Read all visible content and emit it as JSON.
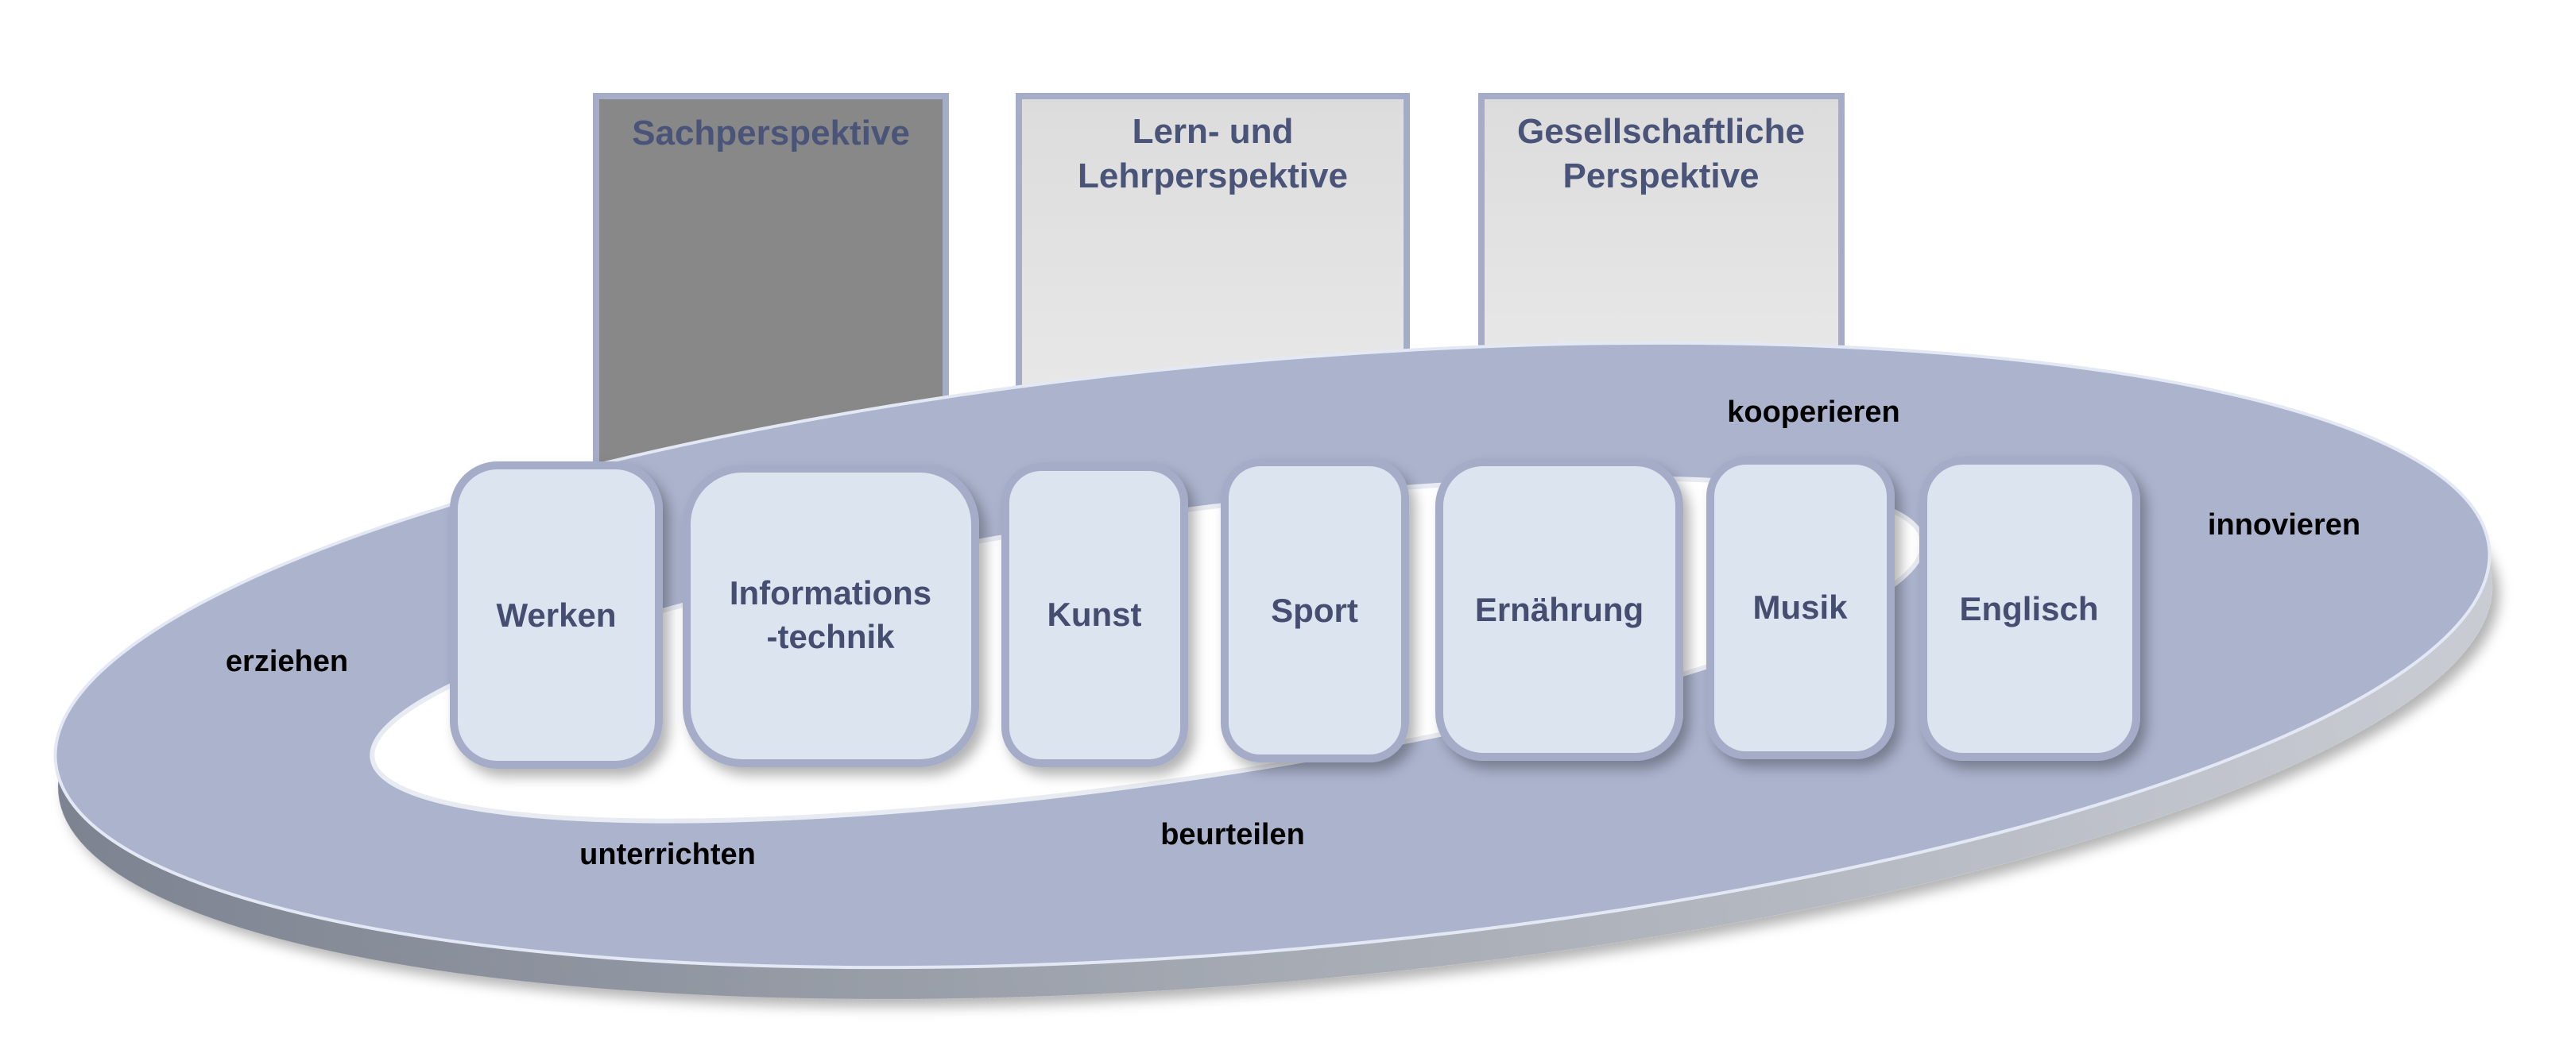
{
  "perspectives": [
    {
      "lines": [
        "Sachperspektive"
      ],
      "active": true
    },
    {
      "lines": [
        "Lern- und",
        "Lehrperspektive"
      ],
      "active": false
    },
    {
      "lines": [
        "Gesellschaftliche",
        "Perspektive"
      ],
      "active": false
    }
  ],
  "subjects": [
    "Werken",
    [
      "Informations",
      "-technik"
    ],
    "Kunst",
    "Sport",
    "Ernährung",
    "Musik",
    "Englisch"
  ],
  "subject_labels": {
    "werken": "Werken",
    "info_1": "Informations",
    "info_2": "-technik",
    "kunst": "Kunst",
    "sport": "Sport",
    "ernaehrung": "Ernährung",
    "musik": "Musik",
    "englisch": "Englisch"
  },
  "activities": {
    "erziehen": "erziehen",
    "unterrichten": "unterrichten",
    "beurteilen": "beurteilen",
    "kooperieren": "kooperieren",
    "innovieren": "innovieren"
  },
  "colors": {
    "ring": "#abb3cd",
    "box_fill": "#dce4ef",
    "box_border": "#a5acc8",
    "active_fill": "#888888",
    "text": "#454d70"
  }
}
